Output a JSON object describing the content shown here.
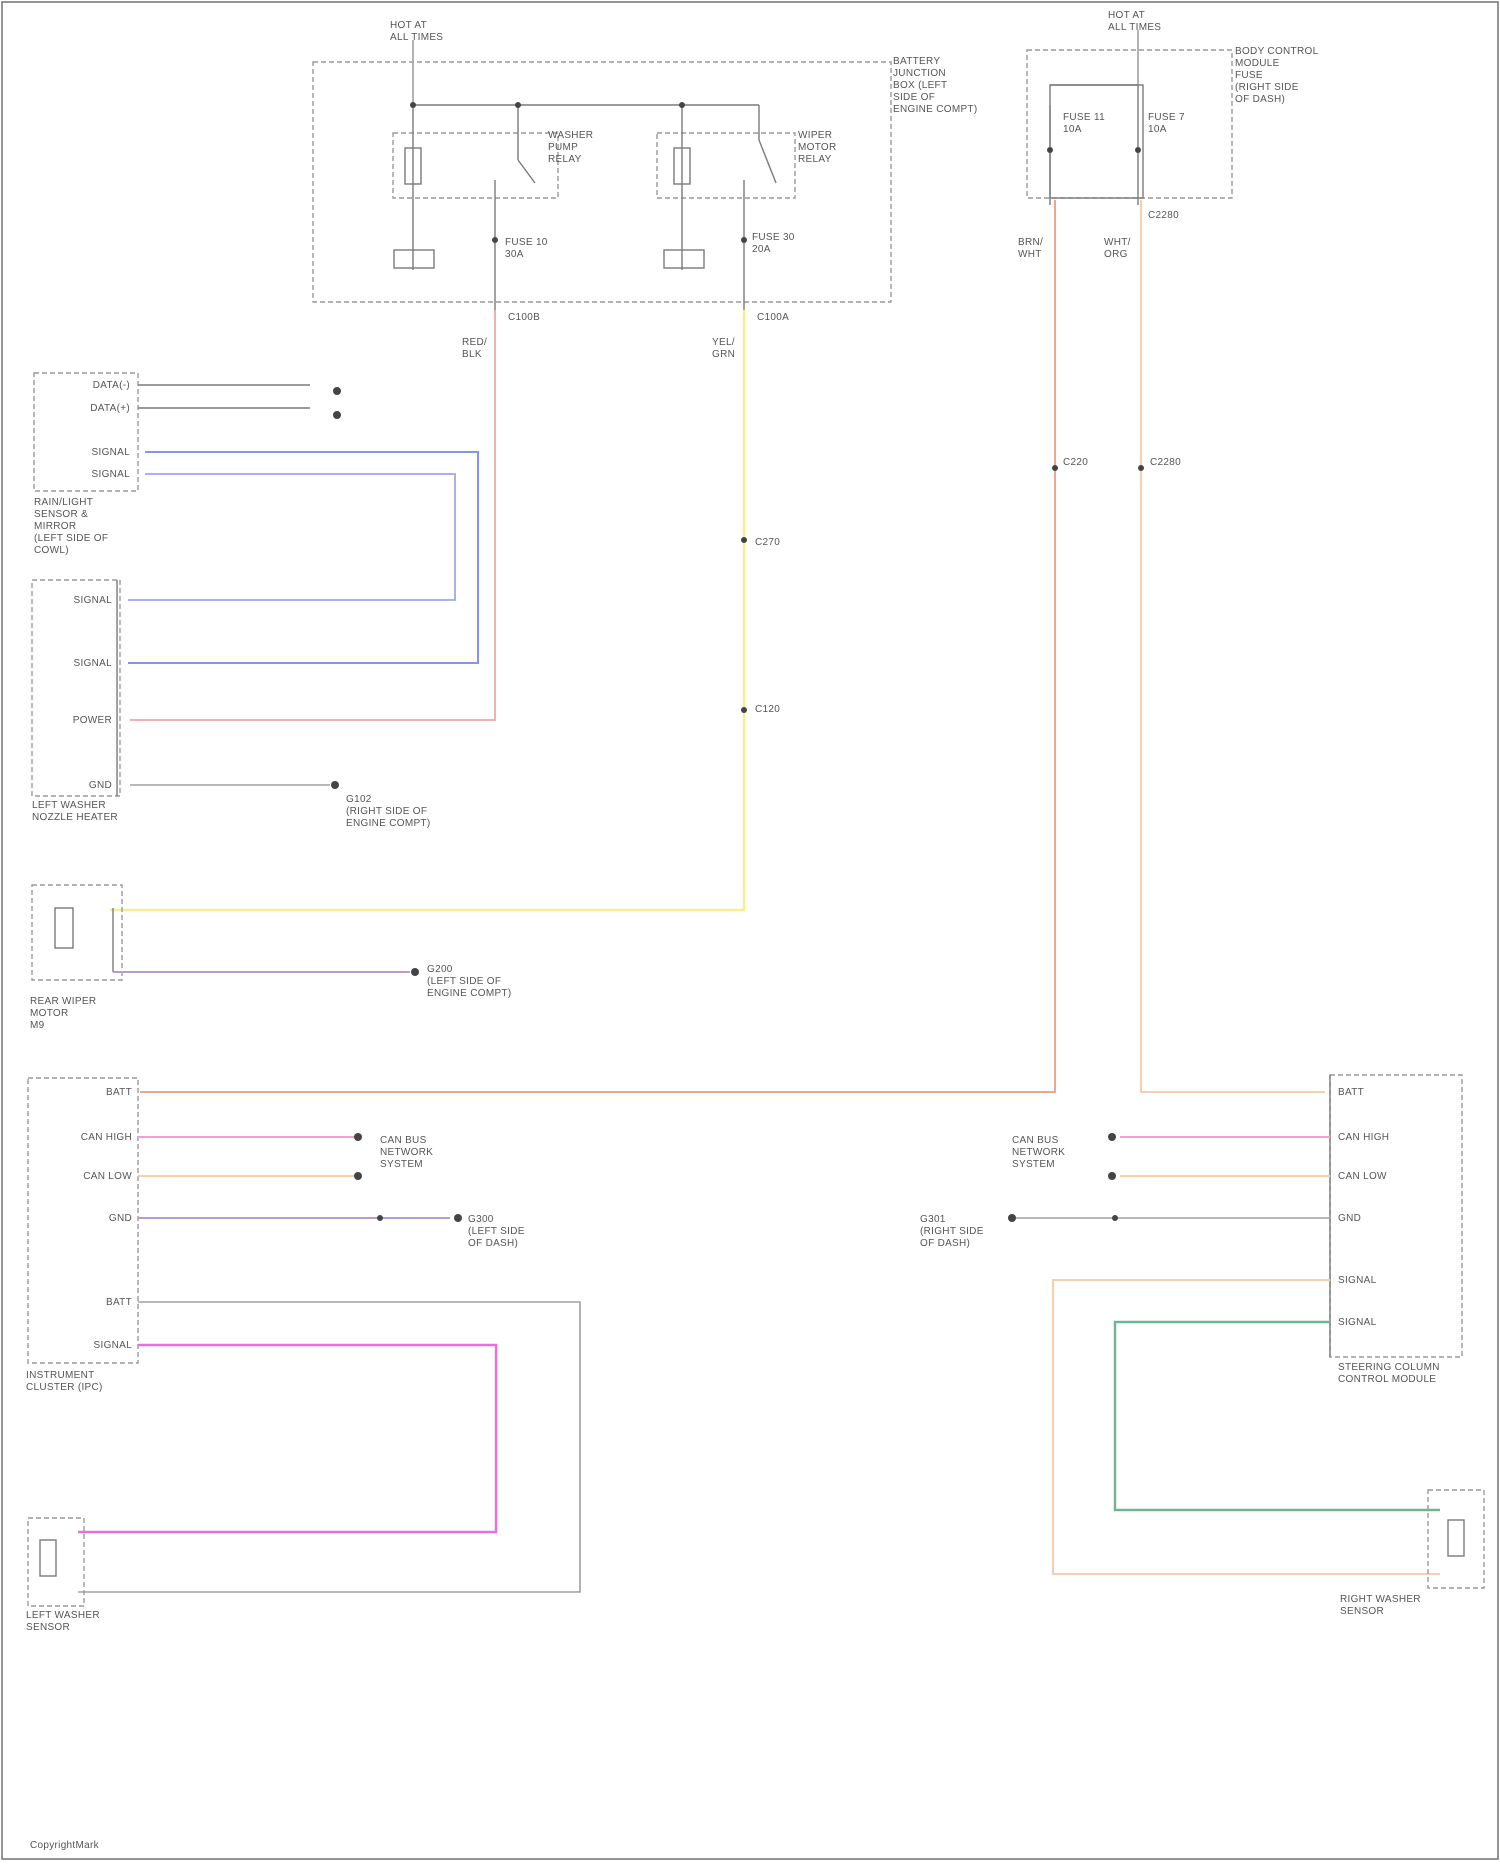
{
  "diagram": {
    "colors": {
      "pink": "#efb2b4",
      "blue": "#8b93e6",
      "blue2": "#aab1f0",
      "yellow": "#f7ef8e",
      "salmon": "#f0a58c",
      "peach": "#f6cfae",
      "magenta": "#e76fe0",
      "magenta2": "#e9a6e5",
      "green": "#6fb592",
      "purple": "#b89ccf",
      "gray": "#a0a0a0"
    },
    "labels": {
      "top_left_hot": "HOT AT\nALL TIMES",
      "top_right_hot": "HOT AT\nALL TIMES",
      "battery_junction": "BATTERY\nJUNCTION\nBOX (LEFT\nSIDE OF\nENGINE COMPT)",
      "relay_left": "WASHER\nPUMP\nRELAY",
      "relay_right": "WIPER\nMOTOR\nRELAY",
      "fuse_left": "FUSE 10\n30A",
      "fuse_right": "FUSE 30\n20A",
      "cbox_left_conn": "C100B",
      "cbox_right_conn": "C100A",
      "fuse_box_right": "BODY CONTROL\nMODULE\nFUSE\n(RIGHT SIDE\nOF DASH)",
      "fuse_11": "FUSE 11\n10A",
      "fuse_7": "FUSE 7\n10A",
      "right_fuse_conn": "C2280",
      "wire_upper_left": "RED/\nBLK",
      "wire_upper_mid": "YEL/\nGRN",
      "wire_right_a": "BRN/\nWHT",
      "wire_right_b": "WHT/\nORG",
      "c220": "C220",
      "c2280": "C2280",
      "c270": "C270",
      "c120": "C120",
      "rain_module": "RAIN/LIGHT\nSENSOR &\nMIRROR\n(LEFT SIDE OF\nCOWL)",
      "left_sensor": "LEFT WASHER\nNOZZLE HEATER",
      "ground_g102": "G102\n(RIGHT SIDE OF\nENGINE COMPT)",
      "rear_sensor": "REAR WIPER\nMOTOR\nM9",
      "g200": "G200\n(LEFT SIDE OF\nENGINE COMPT)",
      "instrument_cluster": "INSTRUMENT\nCLUSTER (IPC)",
      "can_network": "CAN BUS\nNETWORK\nSYSTEM",
      "g300": "G300\n(LEFT SIDE\nOF DASH)",
      "left_washer_sensor": "LEFT WASHER\nSENSOR",
      "right_module": "STEERING COLUMN\nCONTROL MODULE",
      "right_network": "CAN BUS\nNETWORK\nSYSTEM",
      "g301": "G301\n(RIGHT SIDE\nOF DASH)",
      "right_washer_sensor": "RIGHT WASHER\nSENSOR",
      "footer": "CopyrightMark"
    },
    "pins": {
      "rain": [
        "DATA(-)",
        "DATA(+)",
        "SIGNAL",
        "SIGNAL"
      ],
      "left_heater": [
        "SIGNAL",
        "SIGNAL",
        "POWER",
        "GND"
      ],
      "ipc": [
        "BATT",
        "CAN HIGH",
        "CAN LOW",
        "GND",
        "BATT",
        "SIGNAL"
      ],
      "sccm": [
        "BATT",
        "CAN HIGH",
        "CAN LOW",
        "GND",
        "SIGNAL",
        "SIGNAL"
      ]
    }
  }
}
